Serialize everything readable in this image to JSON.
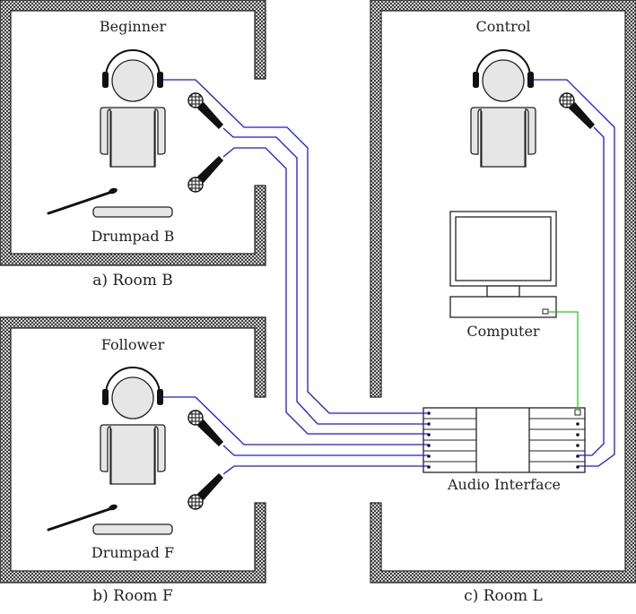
{
  "rooms": [
    {
      "id": "room-b",
      "caption": "a) Room B",
      "person_label": "Beginner",
      "drumpad_label": "Drumpad B"
    },
    {
      "id": "room-f",
      "caption": "b) Room F",
      "person_label": "Follower",
      "drumpad_label": "Drumpad F"
    },
    {
      "id": "room-l",
      "caption": "c) Room L",
      "person_label": "Control",
      "computer_label": "Computer",
      "audio_interface_label": "Audio Interface"
    }
  ],
  "colors": {
    "audio_cable": "#1a1ad6",
    "usb_cable": "#22cc22",
    "figure_fill": "#e6e6e6",
    "wall_stroke": "#222222"
  },
  "audio_interface": {
    "input_channels": 6,
    "output_channels": 6
  }
}
